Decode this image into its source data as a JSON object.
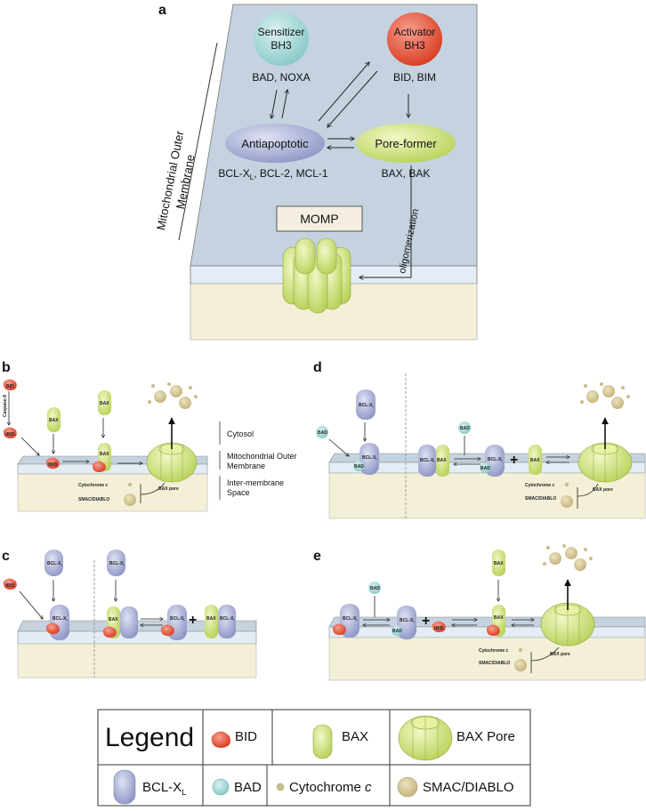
{
  "panel_labels": {
    "a": "a",
    "b": "b",
    "c": "c",
    "d": "d",
    "e": "e"
  },
  "panel_a": {
    "sensitizer": {
      "line1": "Sensitizer",
      "line2": "BH3",
      "members": "BAD, NOXA"
    },
    "activator": {
      "line1": "Activator",
      "line2": "BH3",
      "members": "BID, BIM"
    },
    "antiapoptotic": {
      "label": "Antiapoptotic",
      "members": "BCL-X",
      "members_sub": "L",
      "members_rest": ", BCL-2, MCL-1"
    },
    "pore_former": {
      "label": "Pore-former",
      "members": "BAX, BAK"
    },
    "momp": "MOMP",
    "oligomerization": "oligomerization",
    "side_title_line1": "Mitochondrial Outer",
    "side_title_line2": "Membrane"
  },
  "panel_b": {
    "caspase": "Caspase-8",
    "bid": "BID",
    "tbid": "tBID",
    "bax": "BAX",
    "bax_pore": "BAX pore",
    "cytochrome": "Cytochrome c",
    "smac": "SMAC/DIABLO",
    "compartments": {
      "cytosol": "Cytosol",
      "mom_line1": "Mitochondrial Outer",
      "mom_line2": "Membrane",
      "ims_line1": "Inter-membrane",
      "ims_line2": "Space"
    }
  },
  "panel_c": {
    "bclxl": "BCL-X",
    "bclxl_sub": "L",
    "bax": "BAX",
    "tbid": "tBID",
    "plus": "+"
  },
  "panel_d": {
    "bclxl": "BCL-X",
    "bclxl_sub": "L",
    "bad": "BAD",
    "bax": "BAX",
    "plus": "+",
    "cytochrome": "Cytochrome c",
    "smac": "SMAC/DIABLO",
    "bax_pore": "BAX pore"
  },
  "panel_e": {
    "bclxl": "BCL-X",
    "bclxl_sub": "L",
    "bad": "BAD",
    "bax": "BAX",
    "tbid": "tBID",
    "plus": "+",
    "cytochrome": "Cytochrome c",
    "smac": "SMAC/DIABLO",
    "bax_pore": "BAX pore"
  },
  "legend": {
    "title": "Legend",
    "bid": "BID",
    "bax": "BAX",
    "bax_pore": "BAX Pore",
    "bclxl": "BCL-X",
    "bclxl_sub": "L",
    "bad": "BAD",
    "cytochrome": "Cytochrome ",
    "cytochrome_italic": "c",
    "smac": "SMAC/DIABLO"
  },
  "colors": {
    "membrane_top": "#c5d3e0",
    "membrane_side": "#e6eef5",
    "ims": "#f4efd7",
    "bax_green": "#cfe27a",
    "bclxl_purple": "#aab0d6",
    "bid_red": "#e0442a",
    "bad_teal": "#8fd0cf",
    "sensitizer_teal": "#9fd8d6",
    "activator_red": "#e8513a",
    "smac_tan": "#d6c896"
  }
}
